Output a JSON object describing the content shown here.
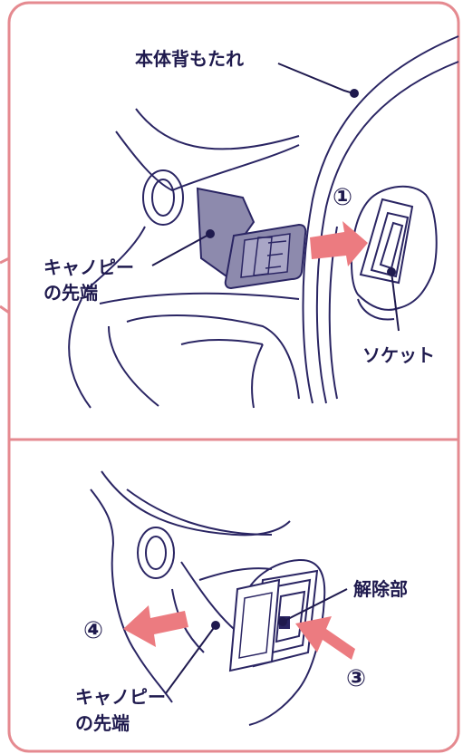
{
  "colors": {
    "frame": "#e58a90",
    "ink": "#2a2563",
    "arrow": "#ec7b80",
    "part_fill": "#8d8aad",
    "text": "#1f1a4e"
  },
  "top_panel": {
    "labels": {
      "backrest": "本体背もたれ",
      "canopy_tip_line1": "キャノピー",
      "canopy_tip_line2": "の先端",
      "socket": "ソケット",
      "step1": "①"
    },
    "icons": [
      "arrow-right-icon"
    ]
  },
  "bottom_panel": {
    "labels": {
      "release": "解除部",
      "step3": "③",
      "step4": "④",
      "canopy_tip_line1": "キャノピー",
      "canopy_tip_line2": "の先端"
    },
    "icons": [
      "arrow-left-icon",
      "arrow-up-left-icon"
    ]
  }
}
